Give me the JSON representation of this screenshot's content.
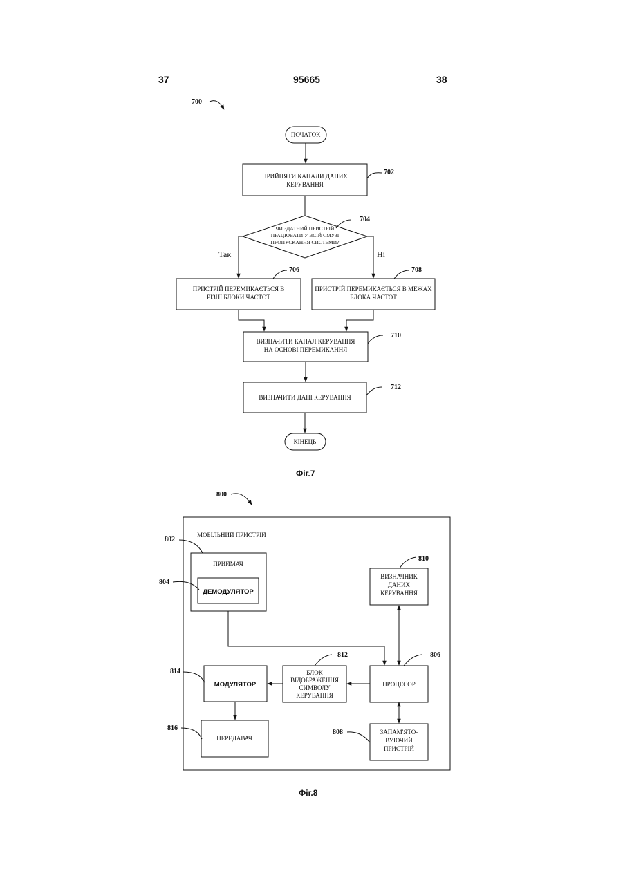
{
  "header": {
    "page_left": "37",
    "doc_number": "95665",
    "page_right": "38"
  },
  "fig7": {
    "ref": "700",
    "start": "ПОЧАТОК",
    "step702": {
      "ref": "702",
      "lines": [
        "ПРИЙНЯТИ КАНАЛИ ДАНИХ",
        "КЕРУВАННЯ"
      ]
    },
    "decision704": {
      "ref": "704",
      "lines": [
        "ЧИ ЗДАТНИЙ ПРИСТРІЙ",
        "ПРАЦЮВАТИ У ВСІЙ СМУЗІ",
        "ПРОПУСКАННЯ СИСТЕМИ?"
      ]
    },
    "yes": "Так",
    "no": "Ні",
    "step706": {
      "ref": "706",
      "lines": [
        "ПРИСТРІЙ ПЕРЕМИКАЄТЬСЯ В",
        "РІЗНІ БЛОКИ ЧАСТОТ"
      ]
    },
    "step708": {
      "ref": "708",
      "lines": [
        "ПРИСТРІЙ ПЕРЕМИКАЄТЬСЯ В МЕЖАХ",
        "БЛОКА ЧАСТОТ"
      ]
    },
    "step710": {
      "ref": "710",
      "lines": [
        "ВИЗНАЧИТИ КАНАЛ КЕРУВАННЯ",
        "НА ОСНОВІ ПЕРЕМИКАННЯ"
      ]
    },
    "step712": {
      "ref": "712",
      "lines": [
        "ВИЗНАЧИТИ ДАНІ КЕРУВАННЯ"
      ]
    },
    "end": "КІНЕЦЬ",
    "caption": "Фіг.7"
  },
  "fig8": {
    "ref": "800",
    "device": {
      "ref": "802",
      "label": "МОБІЛЬНИЙ ПРИСТРІЙ"
    },
    "receiver": {
      "label": "ПРИЙМАЧ"
    },
    "demodulator": {
      "ref": "804",
      "label": "ДЕМОДУЛЯТОР"
    },
    "control_detector": {
      "ref": "810",
      "lines": [
        "ВИЗНАЧНИК",
        "ДАНИХ",
        "КЕРУВАННЯ"
      ]
    },
    "processor": {
      "ref": "806",
      "label": "ПРОЦЕСОР"
    },
    "mapper": {
      "ref": "812",
      "lines": [
        "БЛОК",
        "ВІДОБРАЖЕННЯ",
        "СИМВОЛУ",
        "КЕРУВАННЯ"
      ]
    },
    "modulator": {
      "ref": "814",
      "label": "МОДУЛЯТОР"
    },
    "transmitter": {
      "ref": "816",
      "label": "ПЕРЕДАВАЧ"
    },
    "memory": {
      "ref": "808",
      "lines": [
        "ЗАПАМ'ЯТО-",
        "ВУЮЧИЙ",
        "ПРИСТРІЙ"
      ]
    },
    "caption": "Фіг.8"
  }
}
